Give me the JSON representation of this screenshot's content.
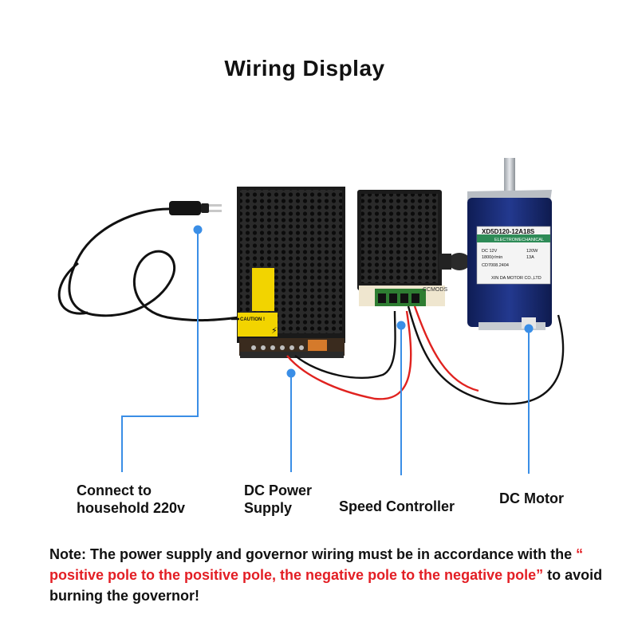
{
  "title": "Wiring Display",
  "components": {
    "power_supply": {
      "caution_label": "CAUTION !"
    },
    "speed_controller": {
      "brand": "CCMODS"
    },
    "motor": {
      "model": "XD5D120-12A18S",
      "maker": "ELECTROMECHANICAL",
      "spec_voltage": "DC 12V",
      "spec_power": "120W",
      "spec_speed": "1800(r/min",
      "spec_current": "13A",
      "spec_code": "CD7008.2404",
      "company": "XIN DA MOTOR CO.,LTD"
    }
  },
  "labels": {
    "household_line1": "Connect to",
    "household_line2": "household 220v",
    "psu_line1": "DC Power",
    "psu_line2": "Supply",
    "controller": "Speed Controller",
    "motor": "DC Motor"
  },
  "note": {
    "prefix": "Note: The power supply and governor wiring must be in accordance with the ",
    "highlight": "“ positive pole to the positive pole, the negative pole to the negative pole”",
    "suffix": " to avoid burning the governor!"
  },
  "colors": {
    "accent_blue": "#3a8ee6",
    "warning_red": "#e31e24",
    "motor_blue": "#1b2f7a",
    "terminal_green": "#2e7d32"
  }
}
